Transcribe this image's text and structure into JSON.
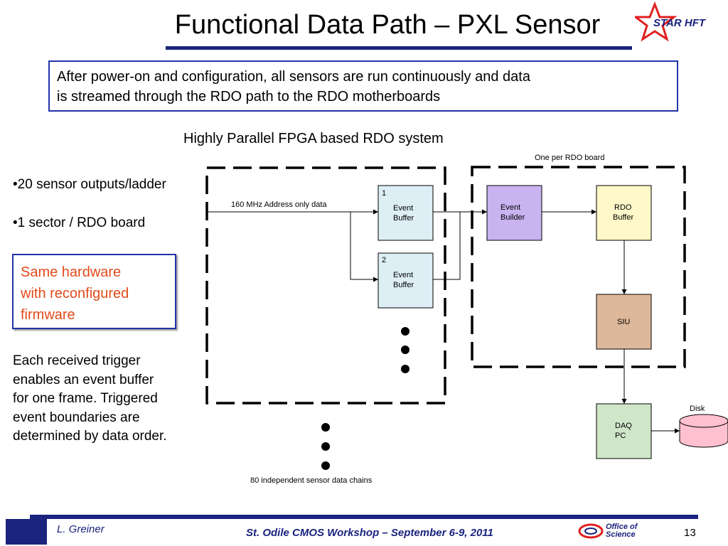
{
  "slide": {
    "title": "Functional Data Path – PXL Sensor",
    "logo_text": "STAR HFT",
    "intro_lines": [
      "After power-on and configuration, all sensors are run continuously and data",
      "is streamed through the RDO path to the RDO motherboards"
    ],
    "subtitle": "Highly Parallel FPGA based RDO system"
  },
  "left_panel": {
    "bullets": [
      "•20 sensor outputs/ladder",
      "•1 sector / RDO board"
    ],
    "callout_lines": [
      "Same hardware",
      "with reconfigured",
      "firmware"
    ],
    "trigger_lines": [
      "Each received trigger",
      "enables an event buffer",
      "for one frame. Triggered",
      "event  boundaries are",
      "determined by data order."
    ]
  },
  "diagram": {
    "one_per_board": "One per RDO board",
    "input_label": "160 MHz Address only data",
    "buffer1": {
      "index": "1",
      "line1": "Event",
      "line2": "Buffer"
    },
    "buffer2": {
      "index": "2",
      "line1": "Event",
      "line2": "Buffer"
    },
    "event_builder": {
      "line1": "Event",
      "line2": "Builder"
    },
    "rdo_buffer": {
      "line1": "RDO",
      "line2": "Buffer"
    },
    "siu": "SIU",
    "daq_pc": {
      "line1": "DAQ",
      "line2": "PC"
    },
    "disk": "Disk",
    "chains_label": "80 independent sensor data chains",
    "colors": {
      "buffer_fill": "#ddeef5",
      "builder_fill": "#c9b3f0",
      "rdo_fill": "#fff8c8",
      "siu_fill": "#deb89a",
      "daq_fill": "#cfe6c8",
      "disk_fill": "#ffc0d0"
    }
  },
  "footer": {
    "author": "L. Greiner",
    "conference": "St. Odile CMOS Workshop – September 6-9, 2011",
    "page": "13",
    "office_lines": [
      "Office of",
      "Science"
    ]
  }
}
